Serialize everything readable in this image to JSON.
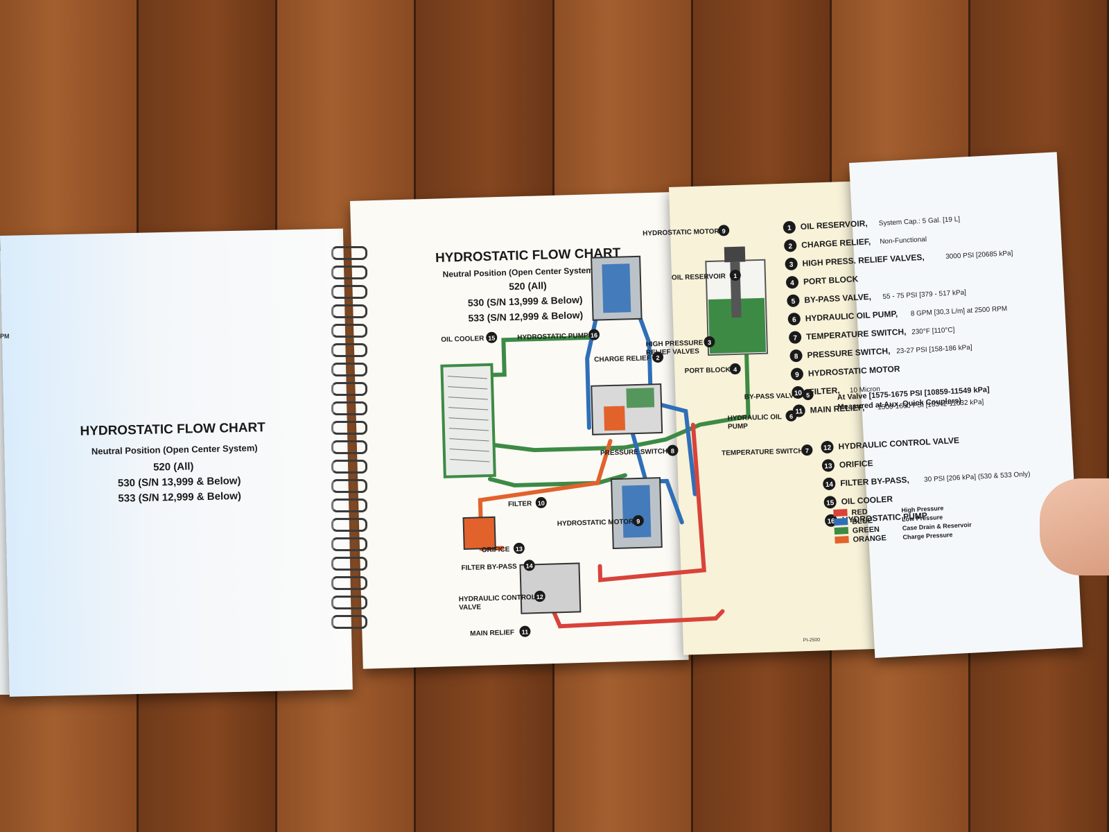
{
  "left_page": {
    "title": "HYDROSTATIC FLOW CHART",
    "subtitle": "Neutral Position (Open Center System)",
    "model_520": "520 (All)",
    "model_530": "530 (S/N 13,999 & Below)",
    "model_533": "533 (S/N 12,999 & Below)",
    "edge_text": "PM"
  },
  "diagram": {
    "title": "HYDROSTATIC FLOW CHART",
    "subtitle": "Neutral Position (Open Center System)",
    "model_520": "520 (All)",
    "model_530": "530 (S/N 13,999 & Below)",
    "model_533": "533 (S/N 12,999 & Below)",
    "labels": [
      {
        "num": "9",
        "text": "HYDROSTATIC MOTOR"
      },
      {
        "num": "1",
        "text": "OIL RESERVOIR"
      },
      {
        "num": "15",
        "text": "OIL COOLER"
      },
      {
        "num": "16",
        "text": "HYDROSTATIC PUMP"
      },
      {
        "num": "3",
        "text": "HIGH PRESSURE RELIEF VALVES"
      },
      {
        "num": "2",
        "text": "CHARGE RELIEF"
      },
      {
        "num": "4",
        "text": "PORT BLOCK"
      },
      {
        "num": "5",
        "text": "BY-PASS VALVE"
      },
      {
        "num": "6",
        "text": "HYDRAULIC OIL PUMP"
      },
      {
        "num": "8",
        "text": "PRESSURE SWITCH"
      },
      {
        "num": "7",
        "text": "TEMPERATURE SWITCH"
      },
      {
        "num": "10",
        "text": "FILTER"
      },
      {
        "num": "9",
        "text": "HYDROSTATIC MOTOR"
      },
      {
        "num": "13",
        "text": "ORIFICE"
      },
      {
        "num": "14",
        "text": "FILTER BY-PASS"
      },
      {
        "num": "12",
        "text": "HYDRAULIC CONTROL VALVE"
      },
      {
        "num": "11",
        "text": "MAIN RELIEF"
      }
    ],
    "page_code": "PI-2500"
  },
  "legend_list": [
    {
      "num": "1",
      "bold": "OIL RESERVOIR,",
      "rest": "System Cap.: 5 Gal. [19 L]"
    },
    {
      "num": "2",
      "bold": "CHARGE RELIEF,",
      "rest": "Non-Functional"
    },
    {
      "num": "3",
      "bold": "HIGH PRESS. RELIEF VALVES,",
      "rest": "3000 PSI [20685 kPa]"
    },
    {
      "num": "4",
      "bold": "PORT BLOCK",
      "rest": ""
    },
    {
      "num": "5",
      "bold": "BY-PASS VALVE,",
      "rest": "55 - 75 PSI [379 - 517 kPa]"
    },
    {
      "num": "6",
      "bold": "HYDRAULIC OIL PUMP,",
      "rest": "8 GPM [30,3 L/m] at 2500 RPM"
    },
    {
      "num": "7",
      "bold": "TEMPERATURE SWITCH,",
      "rest": "230°F [110°C]"
    },
    {
      "num": "8",
      "bold": "PRESSURE SWITCH,",
      "rest": "23-27 PSI [158-186 kPa]"
    },
    {
      "num": "9",
      "bold": "HYDROSTATIC MOTOR",
      "rest": ""
    },
    {
      "num": "10",
      "bold": "FILTER,",
      "rest": "10 Micron"
    },
    {
      "num": "11",
      "bold": "MAIN RELIEF,",
      "rest": "1500-1600 PSI [10342-11032 kPa]"
    },
    {
      "num": "12",
      "bold": "HYDRAULIC CONTROL VALVE",
      "rest": ""
    },
    {
      "num": "13",
      "bold": "ORIFICE",
      "rest": ""
    },
    {
      "num": "14",
      "bold": "FILTER BY-PASS,",
      "rest": "30 PSI [206 kPa] (530 & 533 Only)"
    },
    {
      "num": "15",
      "bold": "OIL COOLER",
      "rest": ""
    },
    {
      "num": "16",
      "bold": "HYDROSTATIC PUMP",
      "rest": ""
    }
  ],
  "main_relief_extra_1": "At Valve [1575-1675 PSI [10859-11549 kPa]",
  "main_relief_extra_2": "Measured at Aux. Quick Couplers)",
  "color_key": [
    {
      "name": "RED",
      "desc": "High Pressure",
      "color": "#d8433a"
    },
    {
      "name": "BLUE",
      "desc": "Low Pressure",
      "color": "#2f6fb8"
    },
    {
      "name": "GREEN",
      "desc": "Case Drain & Reservoir",
      "color": "#3d8a45"
    },
    {
      "name": "ORANGE",
      "desc": "Charge Pressure",
      "color": "#e2622c"
    }
  ]
}
